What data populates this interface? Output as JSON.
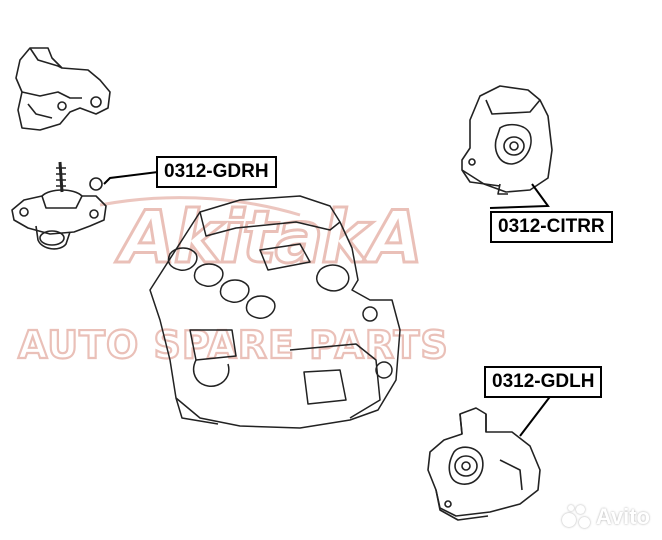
{
  "watermark": {
    "brand": "AkitakA",
    "tagline": "AUTO SPARE PARTS",
    "color": "#d98e7f"
  },
  "labels": {
    "gdrh": "0312-GDRH",
    "citrr": "0312-CITRR",
    "gdlh": "0312-GDLH"
  },
  "avito": {
    "text": "Avito"
  }
}
